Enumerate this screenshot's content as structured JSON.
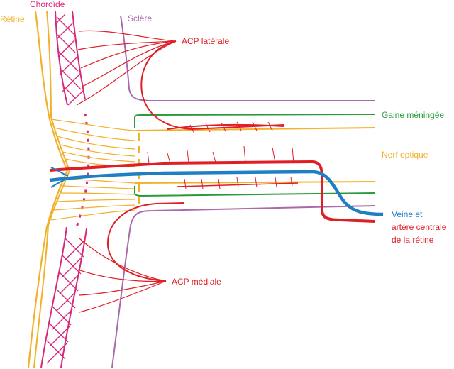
{
  "labels": {
    "choroide": "Choroïde",
    "retine": "Rétine",
    "sclere": "Sclère",
    "acp_laterale": "ACP latérale",
    "gaine_meningee": "Gaine méningée",
    "nerf_optique": "Nerf optique",
    "veine_line1": "Veine et",
    "veine_line2": "artère centrale",
    "veine_line3": "de la rétine",
    "acp_mediale": "ACP médiale"
  },
  "colors": {
    "retine": "#f2b12b",
    "choroide": "#d8287a",
    "sclere": "#a86aa8",
    "artery": "#e01e26",
    "vein": "#1f7fc4",
    "gaine": "#2a9a3a",
    "nerf": "#f2b12b"
  }
}
